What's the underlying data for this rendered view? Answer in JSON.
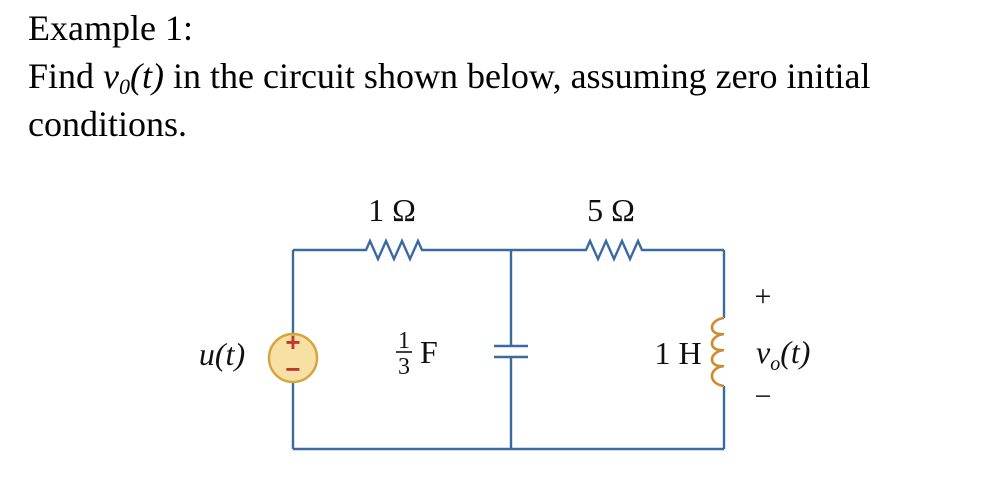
{
  "problem": {
    "heading": "Example 1:",
    "line1_prefix": "Find ",
    "line1_var": "v",
    "line1_sub": "0",
    "line1_arg": "(t)",
    "line1_suffix": " in the circuit shown below, assuming zero initial",
    "line2": "conditions."
  },
  "circuit": {
    "source_label": "u(t)",
    "source_plus": "+",
    "source_minus": "−",
    "r1_label": "1 Ω",
    "r2_label": "5 Ω",
    "cap_num": "1",
    "cap_den": "3",
    "cap_unit": "F",
    "ind_label": "1 H",
    "vo_var": "v",
    "vo_sub": "o",
    "vo_arg": "(t)",
    "vo_plus": "+",
    "vo_minus": "−",
    "colors": {
      "wire": "#3a6aa0",
      "source_fill": "#f7e0a3",
      "source_stroke": "#d9a23a",
      "source_sign": "#c0392b",
      "inductor": "#d08a2a"
    }
  }
}
